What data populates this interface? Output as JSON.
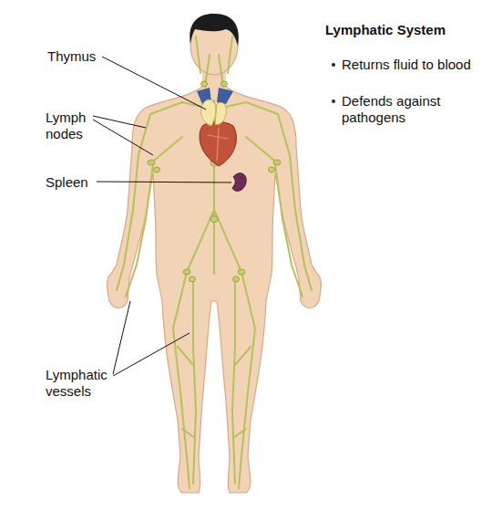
{
  "diagram": {
    "title": "Lymphatic System",
    "labels": [
      "Returns fluid to blood",
      "Defends against pathogens",
      "Thymus",
      "Lymph nodes",
      "Spleen",
      "Lymphatic vessels"
    ]
  }
}
